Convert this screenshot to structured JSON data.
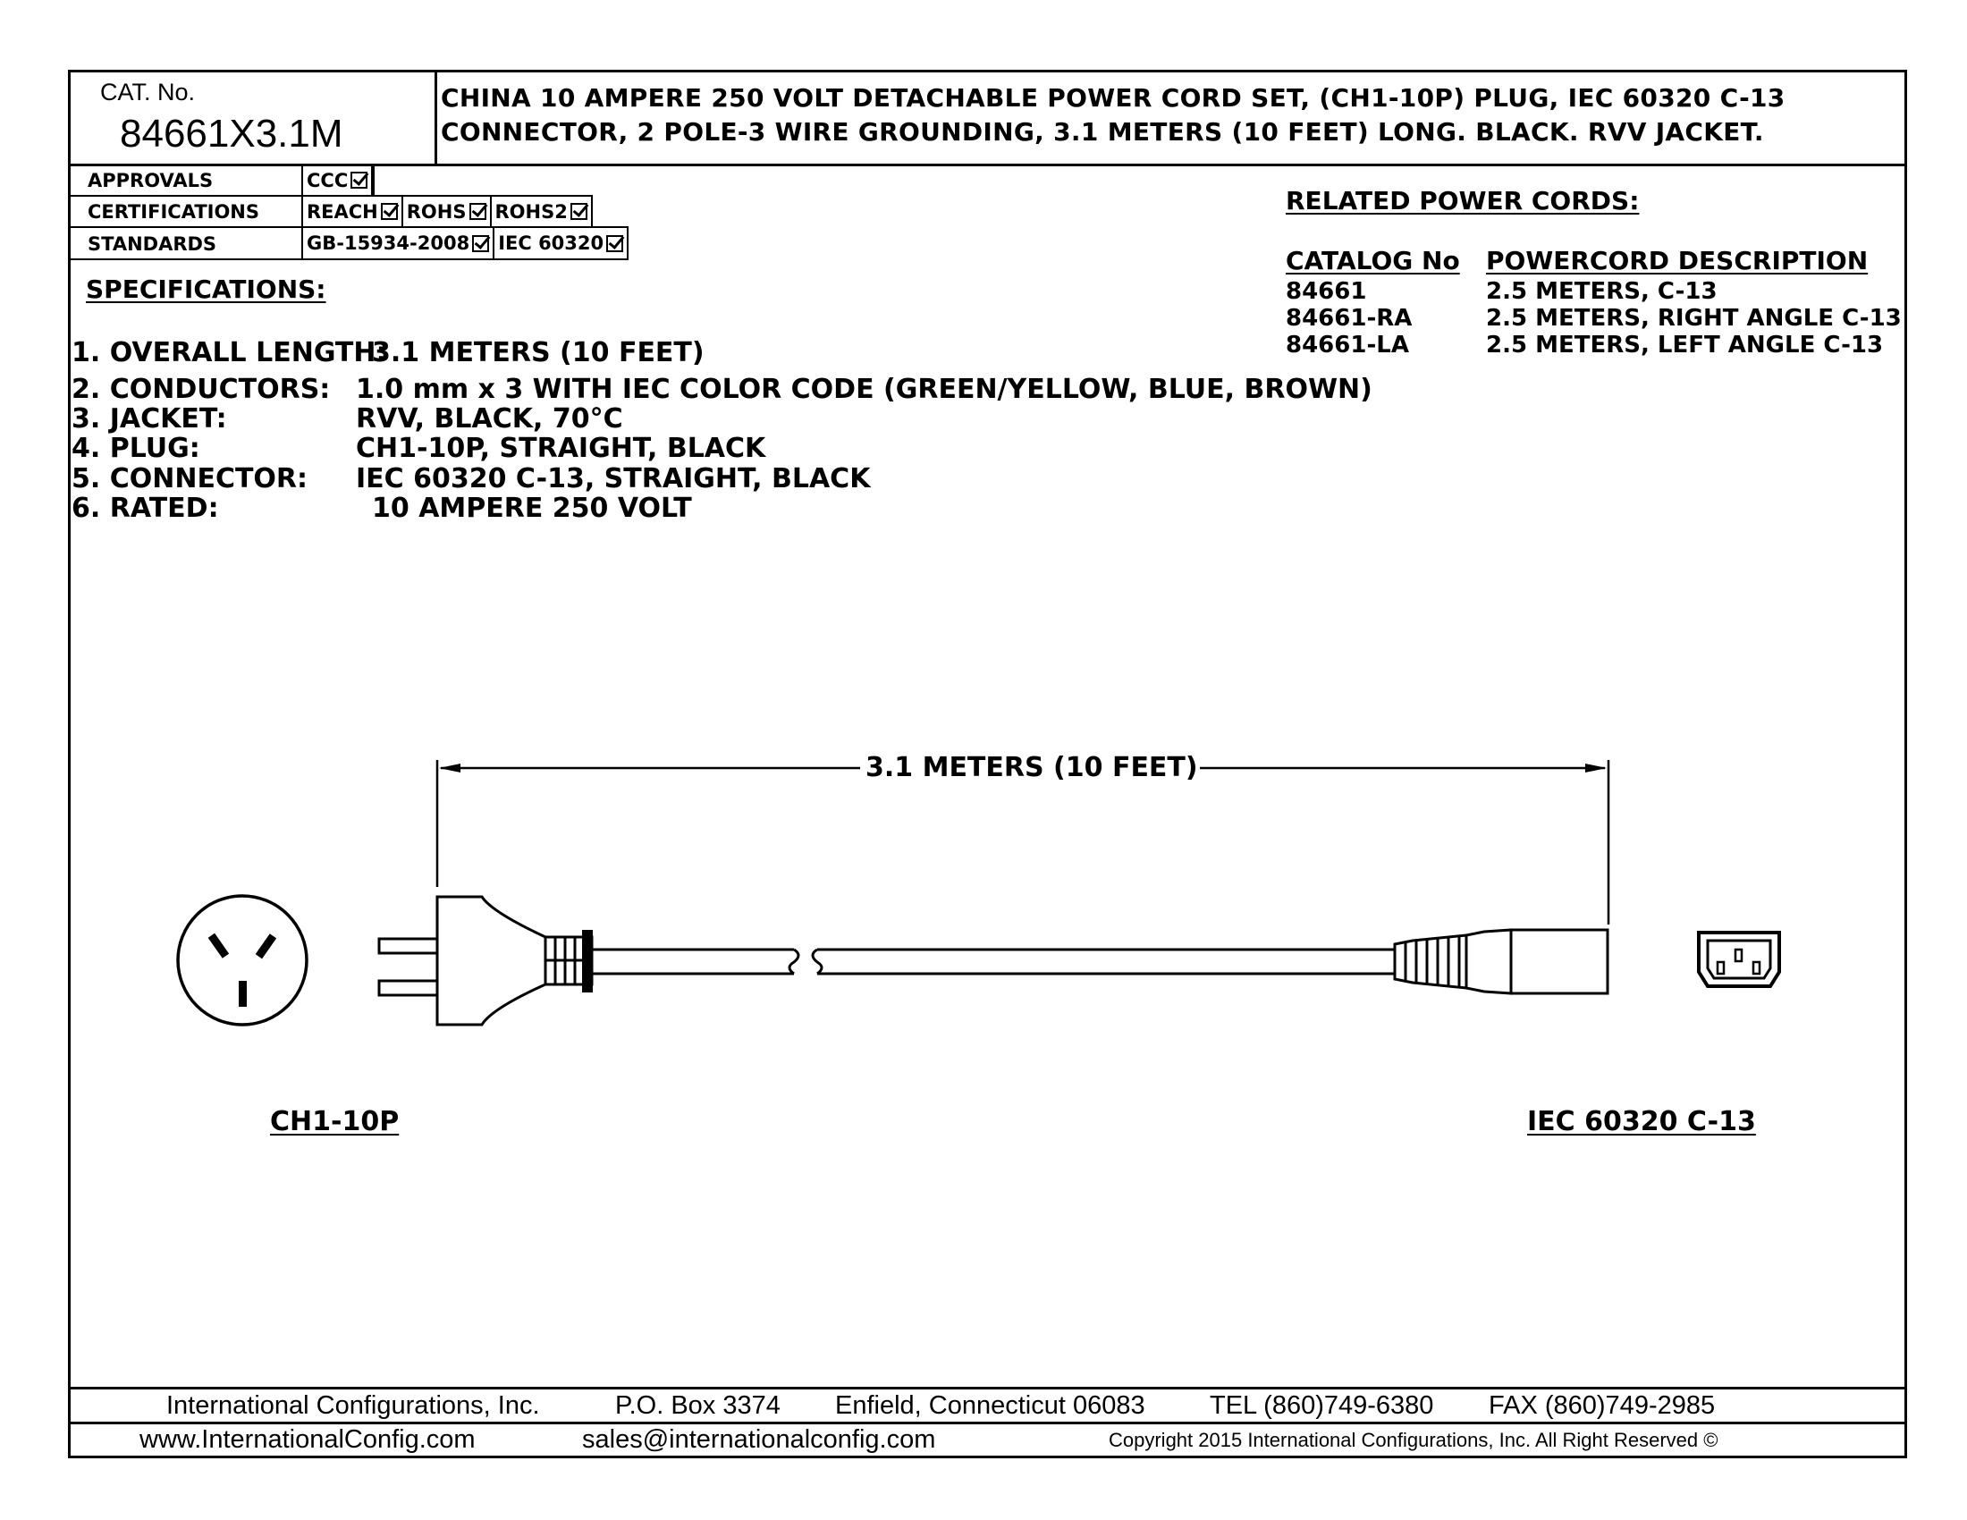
{
  "header": {
    "cat_label": "CAT. No.",
    "cat_number": "84661X3.1M",
    "description_line1": "CHINA 10 AMPERE 250 VOLT DETACHABLE POWER CORD SET, (CH1-10P) PLUG, IEC 60320 C-13",
    "description_line2": "CONNECTOR, 2 POLE-3 WIRE GROUNDING, 3.1 METERS (10 FEET) LONG. BLACK. RVV JACKET."
  },
  "certifications_table": {
    "approvals_label": "APPROVALS",
    "approvals": [
      "CCC"
    ],
    "certifications_label": "CERTIFICATIONS",
    "certifications": [
      "REACH",
      "ROHS",
      "ROHS2"
    ],
    "standards_label": "STANDARDS",
    "standards": [
      "GB-15934-2008",
      "IEC 60320"
    ]
  },
  "specifications": {
    "title": "SPECIFICATIONS:",
    "items": [
      {
        "label": "1. OVERALL LENGTH:",
        "value": "3.1 METERS (10 FEET)"
      },
      {
        "label": "2. CONDUCTORS:",
        "value": "1.0 mm x 3 WITH IEC COLOR CODE (GREEN/YELLOW, BLUE, BROWN)"
      },
      {
        "label": "3. JACKET:",
        "value": "RVV, BLACK, 70°C"
      },
      {
        "label": "4. PLUG:",
        "value": "CH1-10P, STRAIGHT, BLACK"
      },
      {
        "label": "5. CONNECTOR:",
        "value": "IEC 60320 C-13, STRAIGHT, BLACK"
      },
      {
        "label": "6. RATED:",
        "value": "10 AMPERE 250 VOLT"
      }
    ]
  },
  "related": {
    "title": "RELATED POWER CORDS:",
    "col_catalog": "CATALOG No",
    "col_description": "POWERCORD DESCRIPTION",
    "rows": [
      {
        "catalog": "84661",
        "description": "2.5 METERS, C-13"
      },
      {
        "catalog": "84661-RA",
        "description": "2.5 METERS, RIGHT ANGLE C-13"
      },
      {
        "catalog": "84661-LA",
        "description": "2.5 METERS, LEFT ANGLE C-13"
      }
    ]
  },
  "drawing": {
    "dimension_label": "3.1 METERS (10 FEET)",
    "plug_label": "CH1-10P",
    "connector_label": "IEC 60320 C-13"
  },
  "footer": {
    "company": "International Configurations, Inc.",
    "po_box": "P.O. Box 3374",
    "city": "Enfield, Connecticut 06083",
    "tel": "TEL (860)749-6380",
    "fax": "FAX (860)749-2985",
    "website": "www.InternationalConfig.com",
    "email": "sales@internationalconfig.com",
    "copyright": "Copyright 2015 International Configurations, Inc. All Right Reserved ©"
  }
}
